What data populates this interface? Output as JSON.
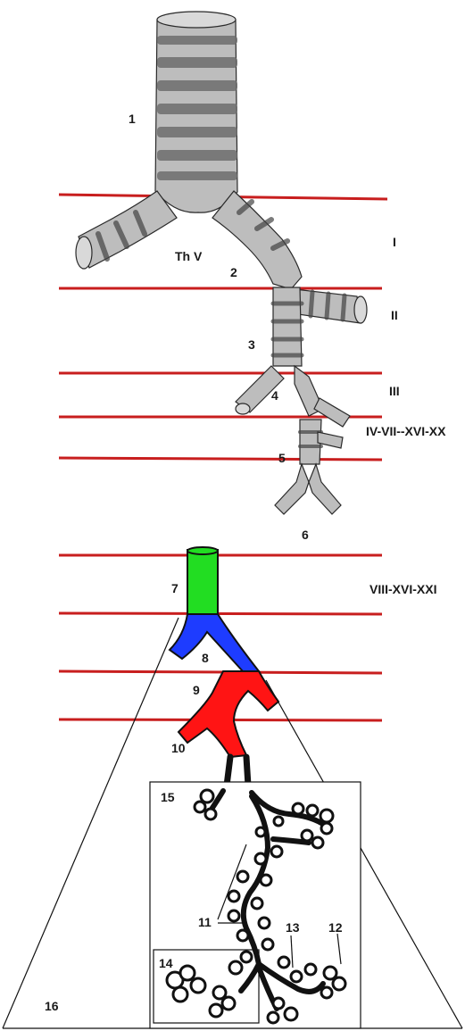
{
  "labels": {
    "trachea": "1",
    "main_bronchus": "2",
    "lobar": "3",
    "segmental": "4",
    "small_bronchus": "5",
    "bronchiole": "6",
    "terminal_7": "7",
    "terminal_8": "8",
    "resp_9": "9",
    "resp_10": "10",
    "alveolar_duct": "11",
    "sac": "12",
    "alveoli": "13",
    "acinus_box": "14",
    "lobule_box": "15",
    "cone": "16",
    "vertebra": "Th V"
  },
  "levels": {
    "l1": "I",
    "l2": "II",
    "l3": "III",
    "l4": "IV-VII--XVI-XX",
    "l5": "VIII-XVI-XXI"
  },
  "colors": {
    "red_line": "#c81e1e",
    "green": "#22dd22",
    "blue": "#1e3cff",
    "red": "#ff1414",
    "ink": "#111111"
  }
}
